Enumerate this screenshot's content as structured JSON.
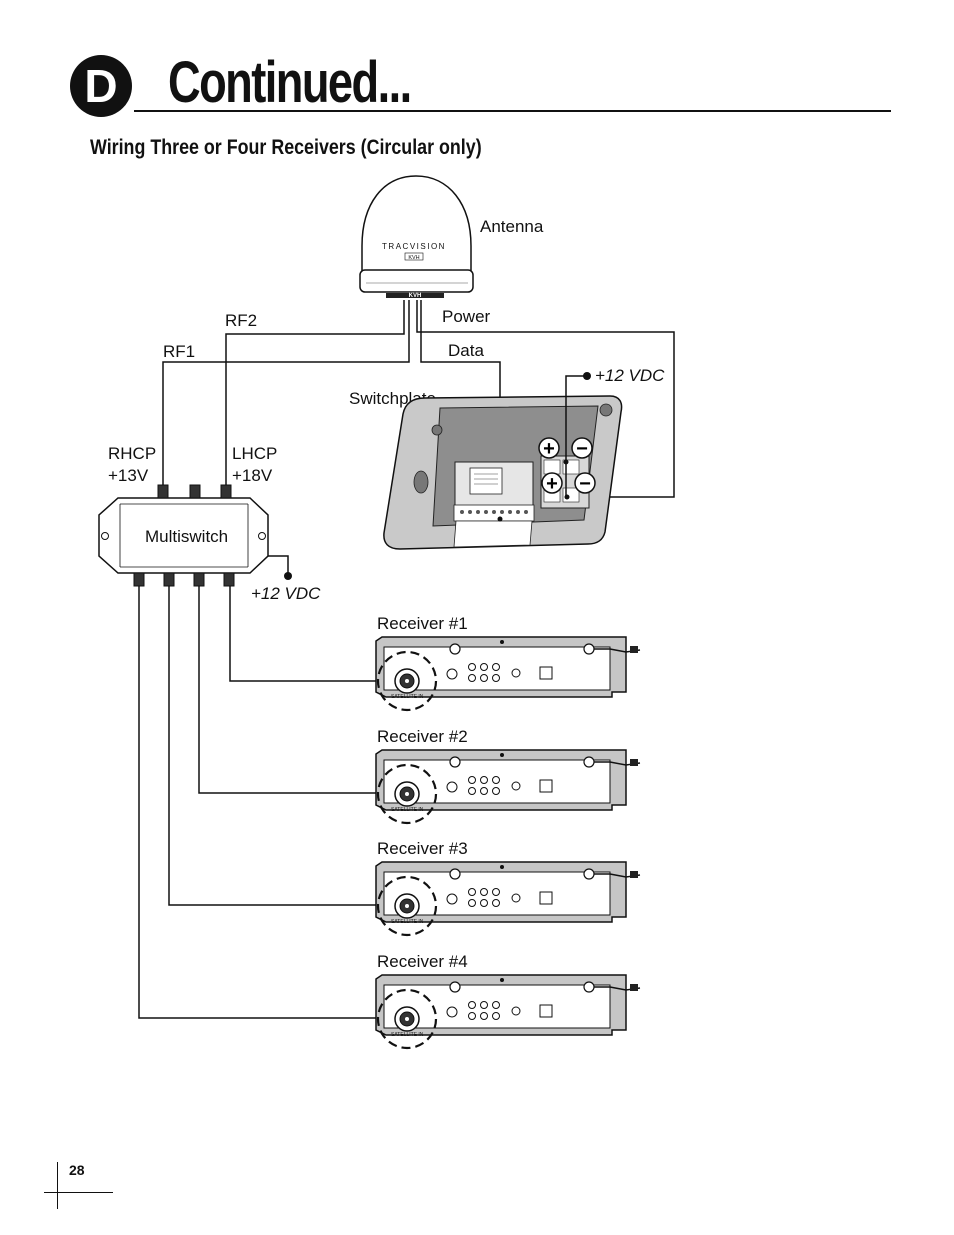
{
  "header": {
    "section_letter": "D",
    "title": "Continued...",
    "subtitle": "Wiring Three or Four Receivers (Circular only)"
  },
  "diagram": {
    "antenna": {
      "label": "Antenna",
      "brand": "TRACVISION",
      "logo": "KVH",
      "base_logo": "KVH"
    },
    "cables": {
      "rf1": "RF1",
      "rf2": "RF2",
      "power": "Power",
      "data": "Data"
    },
    "switchplate": {
      "label": "Switchplate",
      "supply": "+12 VDC",
      "plus": "+",
      "minus": "−"
    },
    "multiswitch": {
      "label": "Multiswitch",
      "rhcp_line1": "RHCP",
      "rhcp_line2": "+13V",
      "lhcp_line1": "LHCP",
      "lhcp_line2": "+18V",
      "supply": "+12 VDC"
    },
    "receivers": [
      {
        "label": "Receiver #1",
        "port": "SATELLITE IN"
      },
      {
        "label": "Receiver #2",
        "port": "SATELLITE IN"
      },
      {
        "label": "Receiver #3",
        "port": "SATELLITE IN"
      },
      {
        "label": "Receiver #4",
        "port": "SATELLITE IN"
      }
    ]
  },
  "footer": {
    "page_number": "28"
  }
}
